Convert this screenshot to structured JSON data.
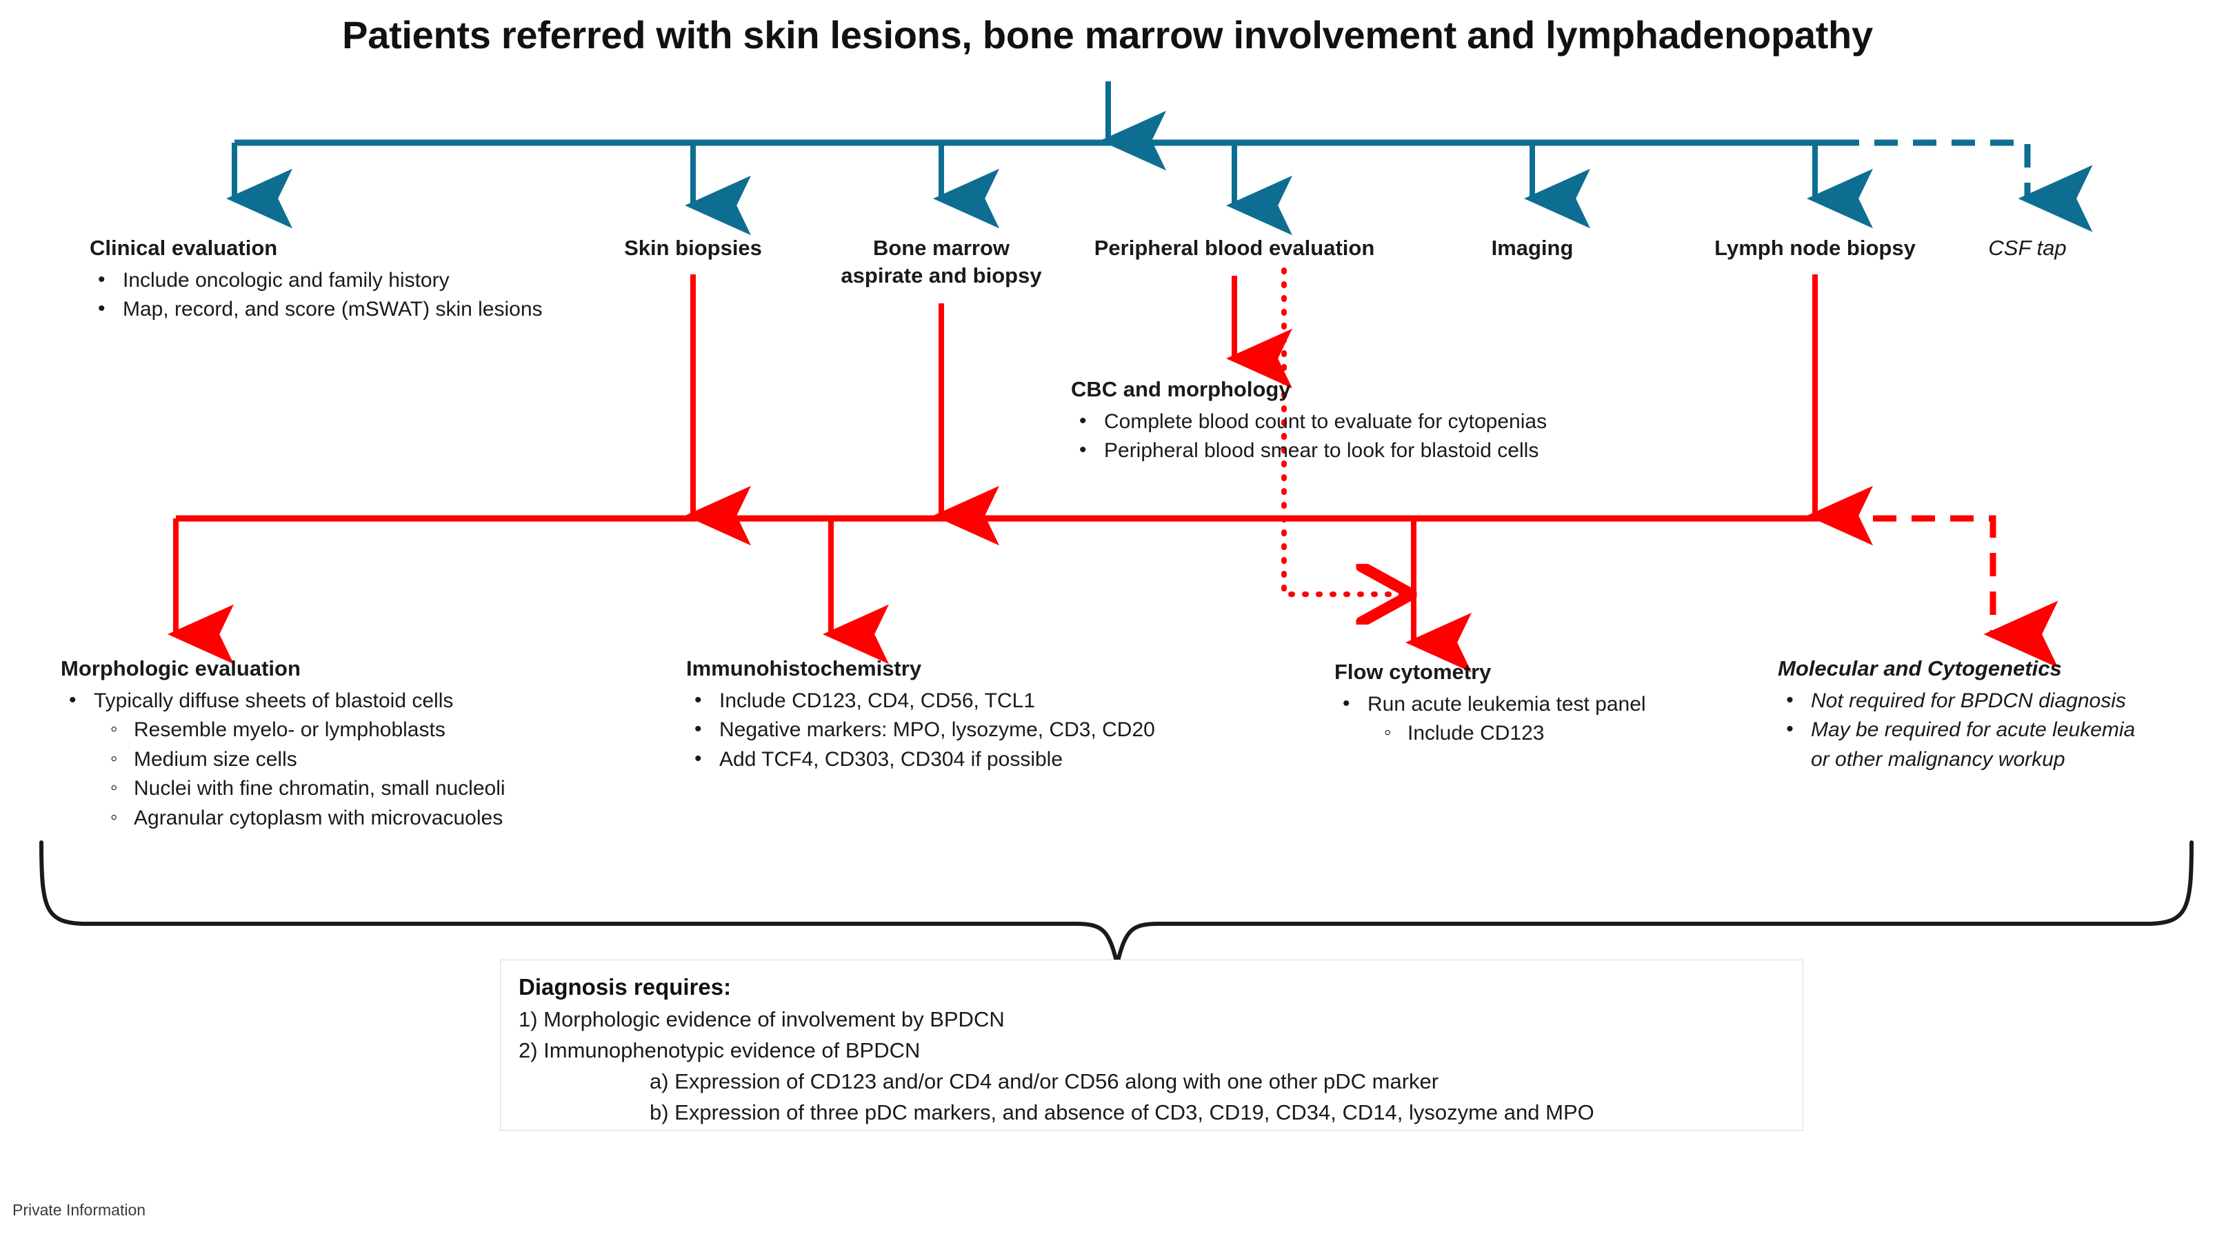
{
  "title": "Patients referred with skin lesions, bone marrow involvement and lymphadenopathy",
  "colors": {
    "blue": "#0e6e92",
    "red": "#ff0000",
    "text": "#1a1a1a",
    "box_border": "#d9d9d9"
  },
  "tier1": {
    "clinical_evaluation": {
      "heading": "Clinical evaluation",
      "bullets": [
        "Include oncologic and family history",
        "Map, record, and score (mSWAT) skin lesions"
      ]
    },
    "skin_biopsies": {
      "heading": "Skin biopsies"
    },
    "bone_marrow": {
      "heading_line1": "Bone marrow",
      "heading_line2": "aspirate and biopsy"
    },
    "peripheral_blood": {
      "heading": "Peripheral blood evaluation"
    },
    "imaging": {
      "heading": "Imaging"
    },
    "lymph_node_biopsy": {
      "heading": "Lymph node biopsy"
    },
    "csf_tap": {
      "heading": "CSF tap"
    }
  },
  "cbc": {
    "heading": "CBC and morphology",
    "bullets": [
      "Complete blood count to evaluate for cytopenias",
      "Peripheral blood smear to look for blastoid cells"
    ]
  },
  "tier2": {
    "morphologic_evaluation": {
      "heading": "Morphologic evaluation",
      "bullets": [
        "Typically diffuse sheets of blastoid cells",
        "Resemble myelo- or lymphoblasts",
        "Medium size cells",
        "Nuclei with fine chromatin, small nucleoli",
        "Agranular cytoplasm  with microvacuoles"
      ]
    },
    "immunohistochemistry": {
      "heading": "Immunohistochemistry",
      "bullets": [
        "Include CD123, CD4, CD56, TCL1",
        "Negative markers: MPO, lysozyme, CD3, CD20",
        "Add TCF4, CD303, CD304 if possible"
      ]
    },
    "flow_cytometry": {
      "heading": "Flow cytometry",
      "bullets": [
        "Run acute leukemia test panel",
        "Include CD123"
      ]
    },
    "molecular_cytogenetics": {
      "heading": "Molecular and Cytogenetics",
      "bullets": [
        "Not required for BPDCN diagnosis",
        "May be required for acute leukemia",
        "or other malignancy workup"
      ]
    }
  },
  "diagnosis": {
    "heading": "Diagnosis requires:",
    "lines": [
      "1) Morphologic evidence of involvement by BPDCN",
      "2) Immunophenotypic evidence of BPDCN"
    ],
    "sublines": [
      "a) Expression of CD123 and/or CD4 and/or CD56 along with one other pDC marker",
      "b) Expression of three pDC markers, and absence of CD3, CD19, CD34, CD14, lysozyme and MPO"
    ]
  },
  "footer": "Private Information"
}
